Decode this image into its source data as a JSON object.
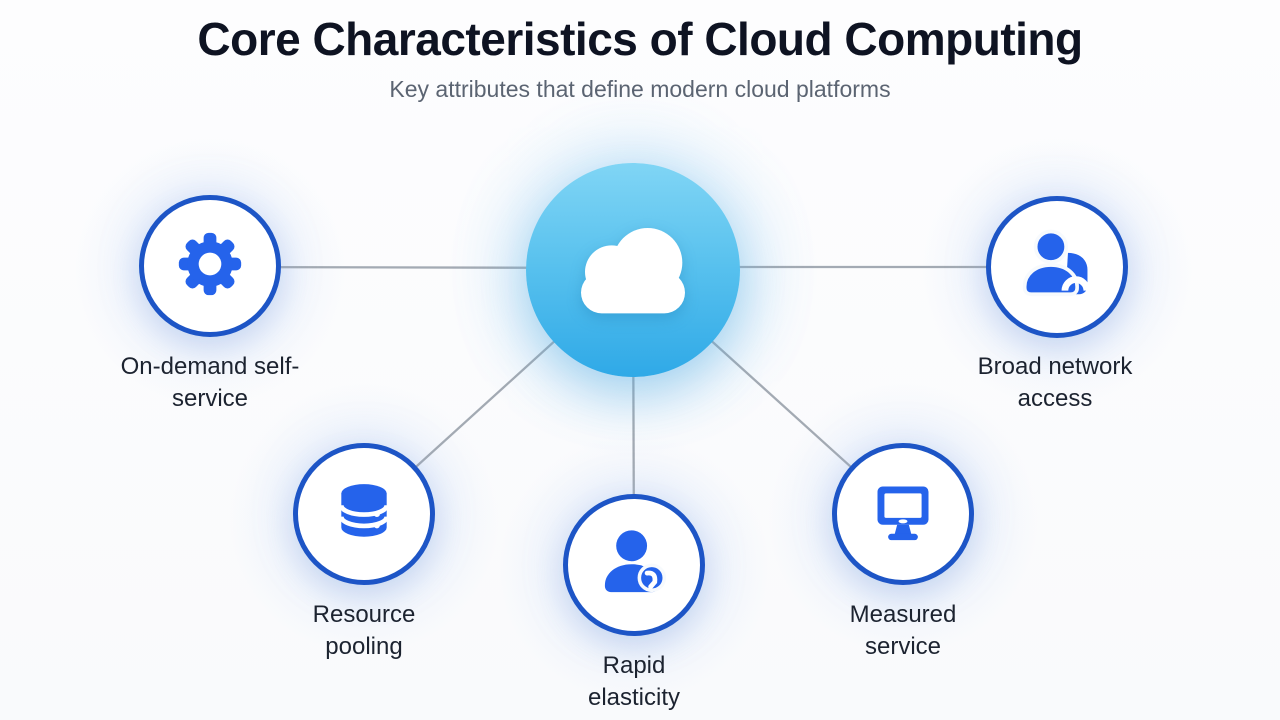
{
  "header": {
    "title": "Core Characteristics of Cloud Computing",
    "subtitle": "Key attributes that define modern cloud platforms"
  },
  "hub": {
    "icon": "cloud-icon"
  },
  "nodes": [
    {
      "label": "On-demand self-service",
      "icon": "gear-icon"
    },
    {
      "label": "Broad network access",
      "icon": "user-network-icon"
    },
    {
      "label": "Resource pooling",
      "icon": "database-icon"
    },
    {
      "label": "Rapid elasticity",
      "icon": "user-elasticity-icon"
    },
    {
      "label": "Measured service",
      "icon": "monitor-icon"
    }
  ],
  "colors": {
    "icon_blue": "#2563eb",
    "ring_blue": "#1d55c6",
    "hub_gradient_top": "#80d5f5",
    "hub_gradient_bottom": "#2fa9e7",
    "connector_gray": "#a3aab3",
    "title_color": "#0e1322",
    "subtitle_color": "#5b6472",
    "label_color": "#1c2330"
  }
}
